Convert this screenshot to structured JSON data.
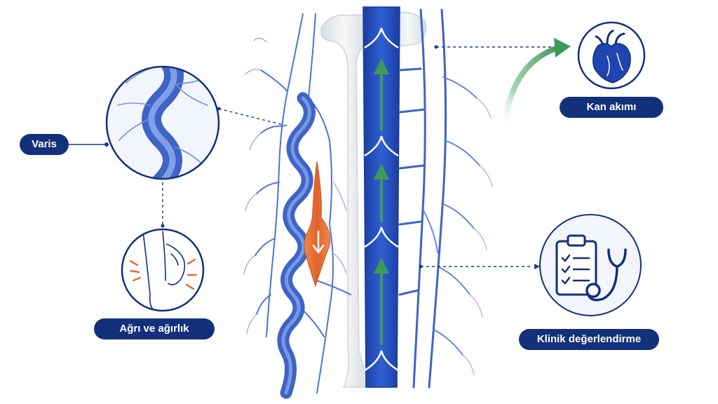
{
  "labels": {
    "varis": "Varis",
    "agri": "Ağrı ve ağırlık",
    "kan_akimi": "Kan akımı",
    "klinik": "Klinik değerlendirme"
  },
  "colors": {
    "navy": "#13307a",
    "vein_blue": "#3f63c7",
    "deep_vein": "#1f46b4",
    "flow_green": "#3f9a5a",
    "inflamed": "#e0622a",
    "bone": "#e9ecef"
  },
  "icons": [
    "heart-icon",
    "clipboard-icon",
    "stethoscope-icon",
    "leg-pain-icon"
  ]
}
